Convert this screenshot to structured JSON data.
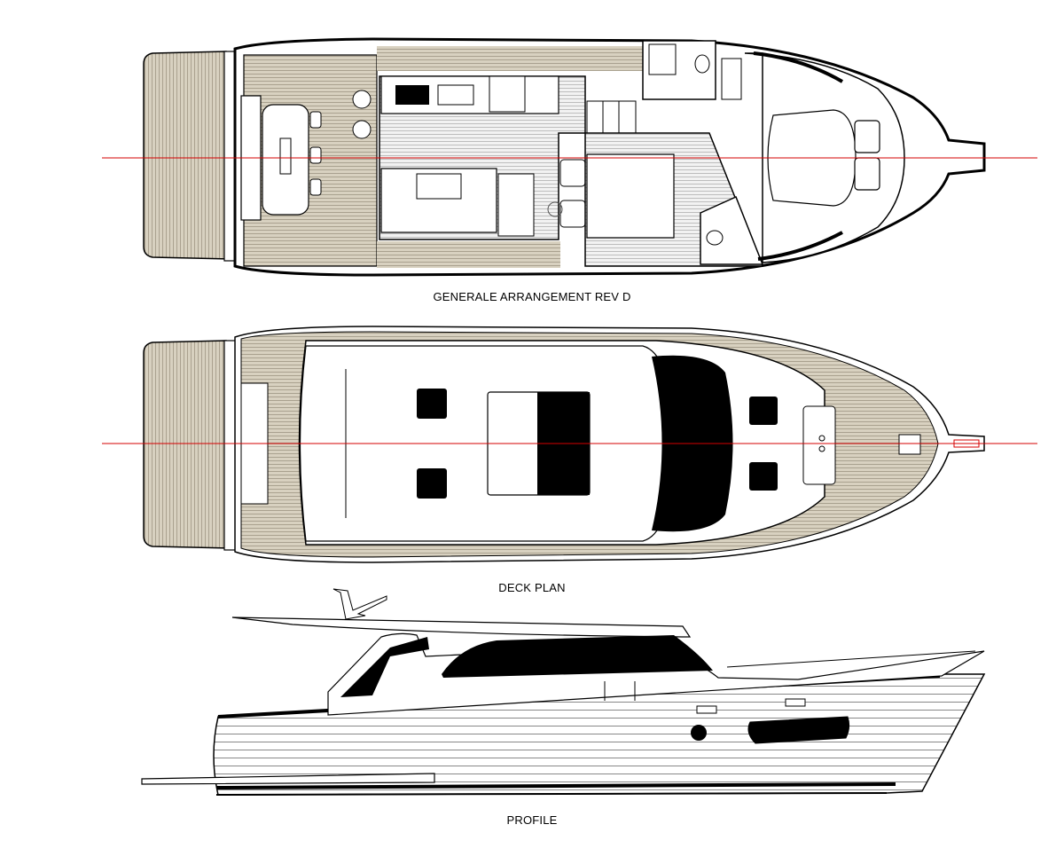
{
  "captions": {
    "general_arrangement": "GENERALE ARRANGEMENT REV D",
    "deck_plan": "DECK PLAN",
    "profile": "PROFILE"
  },
  "colors": {
    "teak": "#d8d1c0",
    "teak_line": "#9e9583",
    "hull_outline": "#000000",
    "centerline": "#d40000",
    "glass": "#000000",
    "background": "#ffffff"
  }
}
